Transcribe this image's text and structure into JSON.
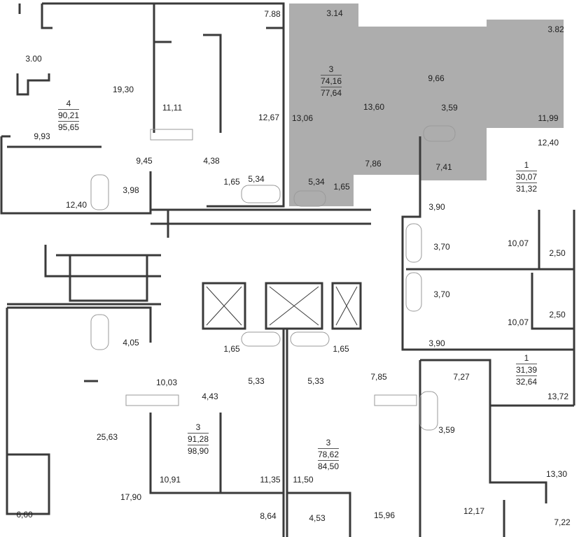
{
  "colors": {
    "highlight": "#adadad",
    "wall": "#3a3a3a",
    "line": "#9a9a9a"
  },
  "apartments": [
    {
      "id": "A",
      "rooms": "4",
      "area_living": "90,21",
      "area_total": "95,65",
      "room_areas": [
        "3.00",
        "19,30",
        "9,93",
        "9,45",
        "3,98",
        "12,40"
      ]
    },
    {
      "id": "B",
      "room_areas": [
        "7.88",
        "11,11",
        "12,67",
        "4,38",
        "1,65",
        "5,34"
      ]
    },
    {
      "id": "C",
      "rooms": "3",
      "area_living": "74,16",
      "area_total": "77,64",
      "highlighted": true,
      "room_areas": [
        "3.14",
        "13,06",
        "13,60",
        "9,66",
        "3,59",
        "3.82",
        "11,99",
        "5,34",
        "1,65",
        "7,86",
        "7,41"
      ]
    },
    {
      "id": "D",
      "rooms": "1",
      "area_living": "30,07",
      "area_total": "31,32",
      "room_areas": [
        "12,40",
        "3,90",
        "3,70",
        "10,07",
        "2,50"
      ]
    },
    {
      "id": "E",
      "rooms": "1",
      "area_living": "31,39",
      "area_total": "32,64",
      "room_areas": [
        "3,70",
        "10,07",
        "2,50",
        "3,90",
        "13,72"
      ]
    },
    {
      "id": "F",
      "room_areas": [
        "4,05",
        "10,03",
        "25,63",
        "6,60",
        "17,90"
      ]
    },
    {
      "id": "G",
      "rooms": "3",
      "area_living": "91,28",
      "area_total": "98,90",
      "room_areas": [
        "1,65",
        "5,33",
        "4,43",
        "10,91",
        "11,35",
        "8,64"
      ]
    },
    {
      "id": "H",
      "rooms": "3",
      "area_living": "78,62",
      "area_total": "84,50",
      "room_areas": [
        "1,65",
        "5,33",
        "7,85",
        "11,50",
        "4,53",
        "15,96"
      ]
    },
    {
      "id": "I",
      "room_areas": [
        "7,27",
        "3,59",
        "13,30",
        "12,17",
        "7,22"
      ]
    }
  ]
}
